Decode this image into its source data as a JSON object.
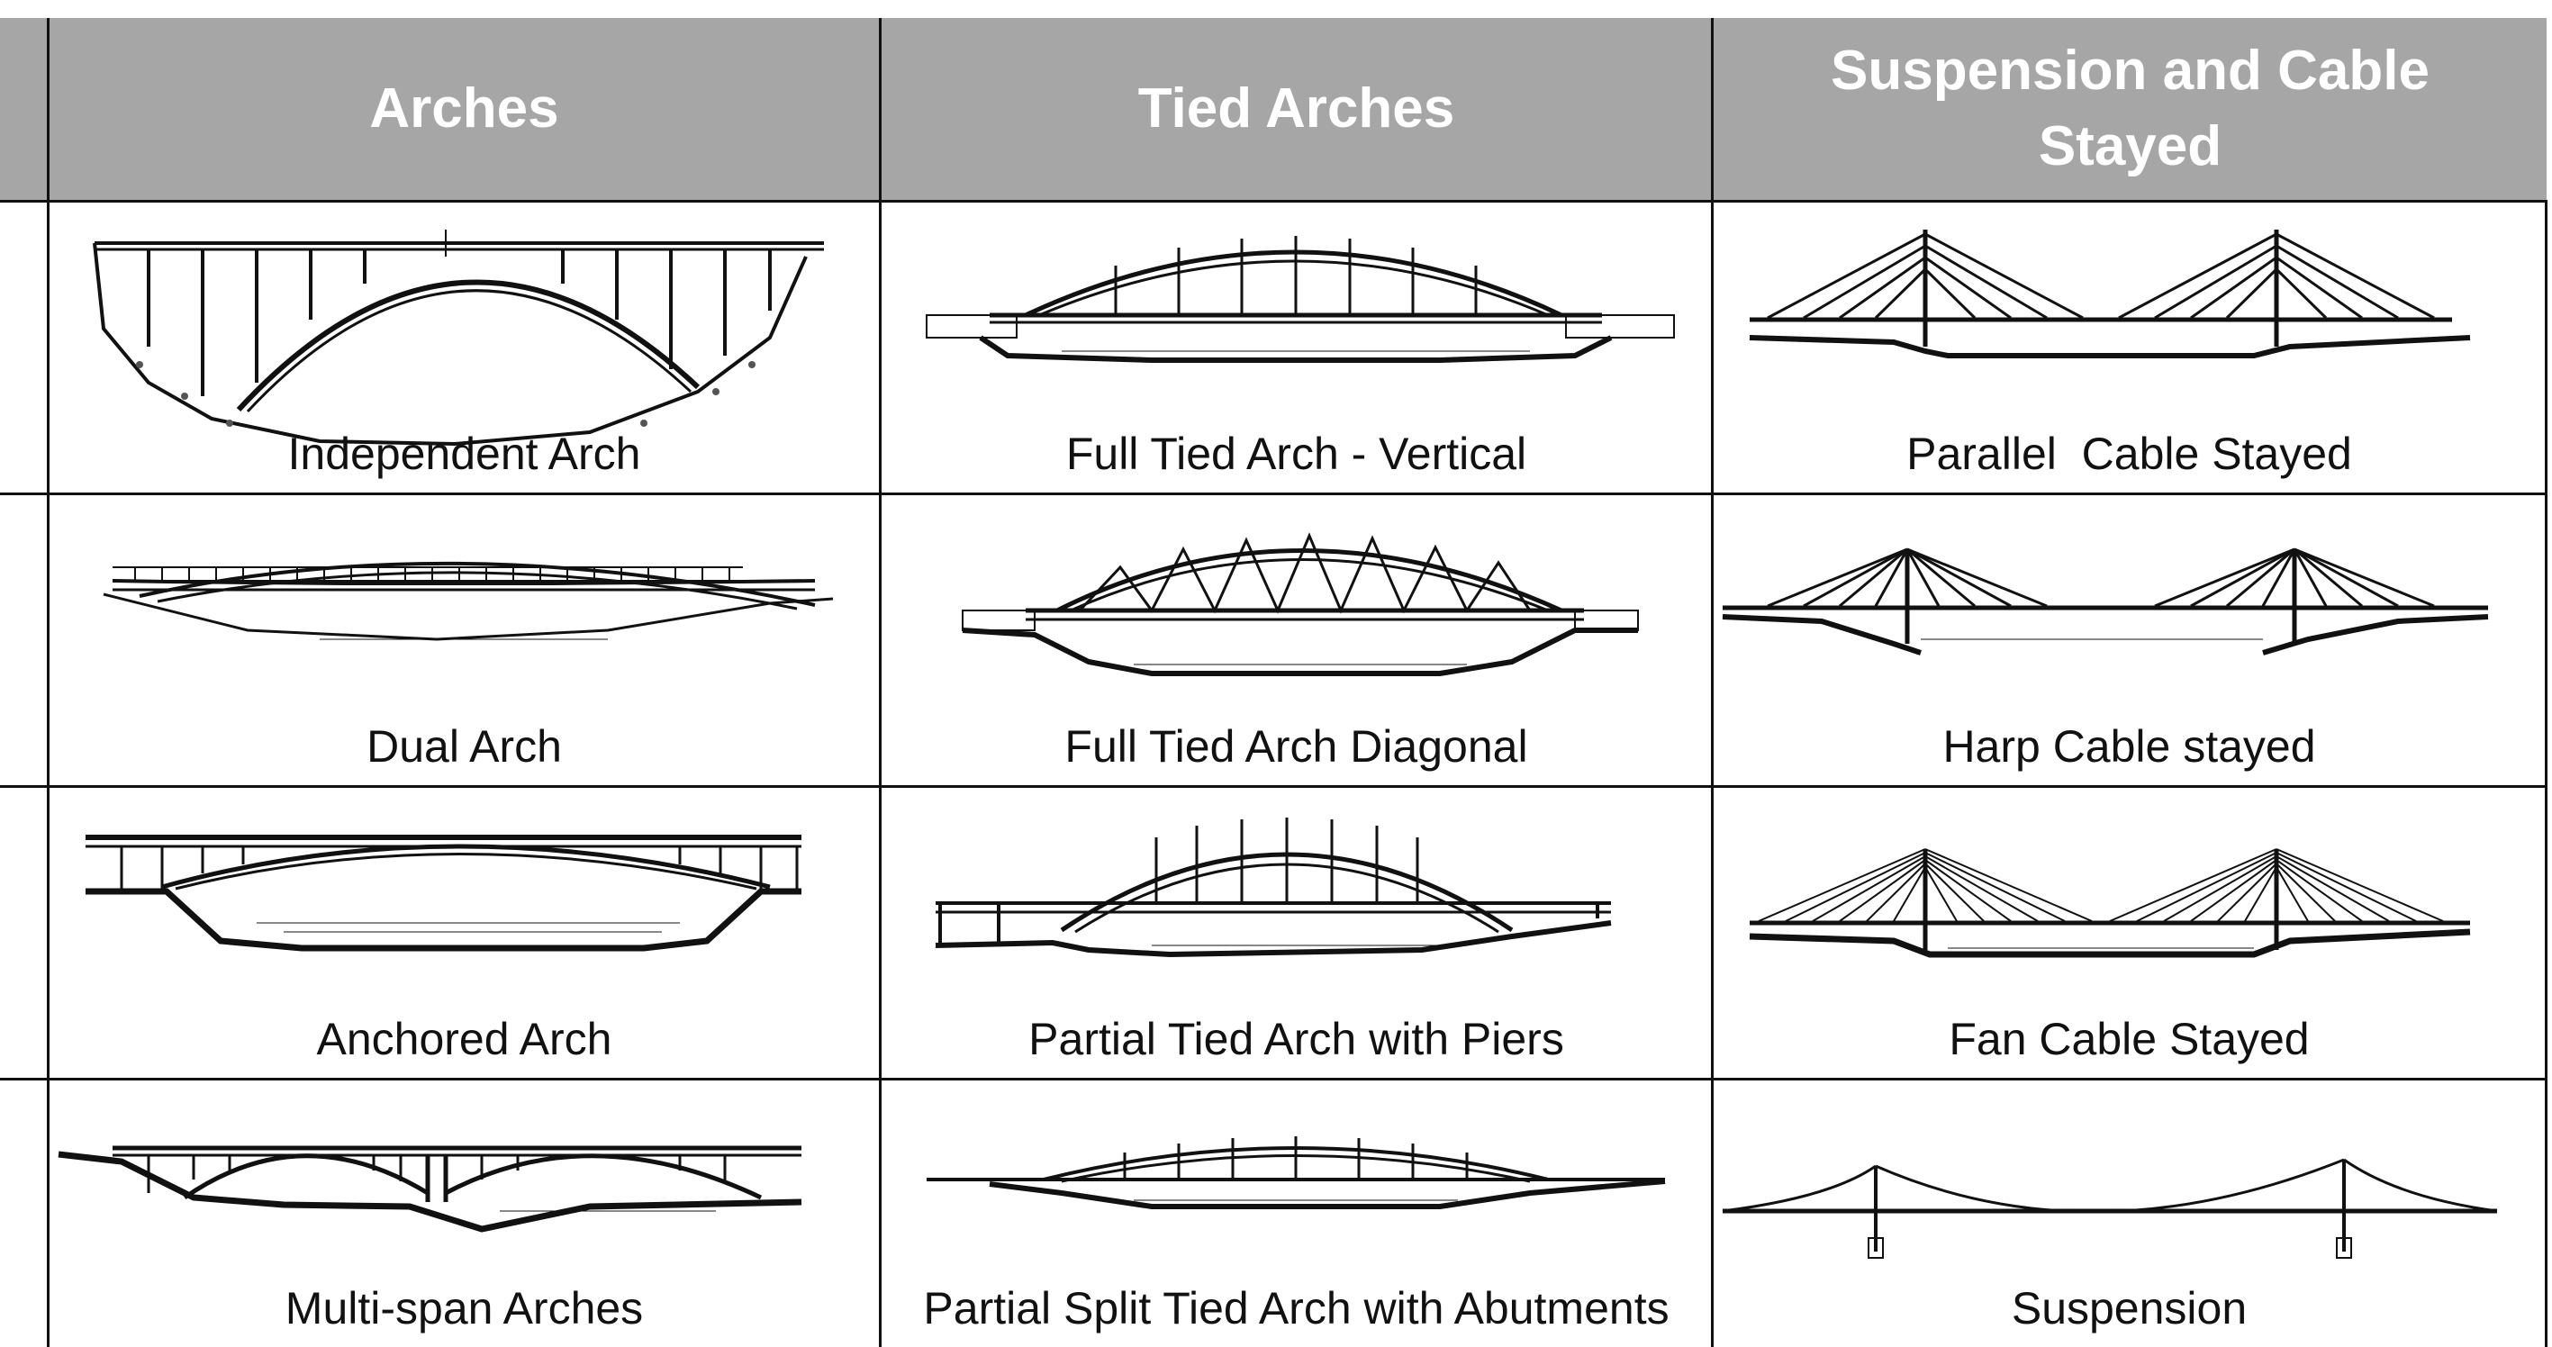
{
  "headers": {
    "arches": "Arches",
    "tied_arches": "Tied Arches",
    "suspension": "Suspension and Cable Stayed"
  },
  "rows": [
    {
      "arches": "Independent Arch",
      "tied": "Full Tied Arch - Vertical",
      "susp": "Parallel  Cable Stayed"
    },
    {
      "arches": "Dual Arch",
      "tied": "Full Tied Arch Diagonal",
      "susp": "Harp Cable stayed"
    },
    {
      "arches": "Anchored Arch",
      "tied": "Partial Tied Arch with Piers",
      "susp": "Fan Cable Stayed"
    },
    {
      "arches": "Multi-span Arches",
      "tied": "Partial Split Tied Arch with Abutments",
      "susp": "Suspension"
    }
  ]
}
